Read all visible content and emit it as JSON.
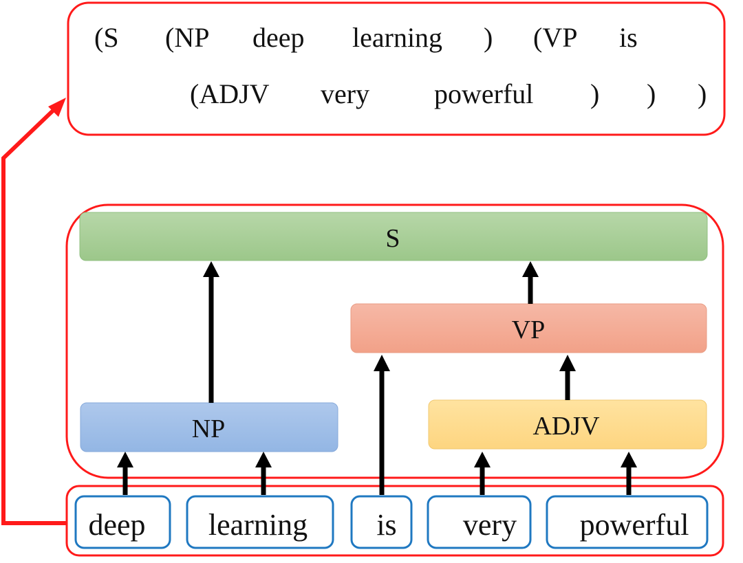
{
  "bracket": {
    "line1": [
      "(S",
      "(NP",
      "deep",
      "learning",
      ")",
      "(VP",
      "is"
    ],
    "line2": [
      "(ADJV",
      "very",
      "powerful",
      ")",
      ")",
      ")"
    ]
  },
  "nodes": {
    "s": "S",
    "vp": "VP",
    "np": "NP",
    "adjv": "ADJV"
  },
  "words": [
    "deep",
    "learning",
    "is",
    "very",
    "powerful"
  ],
  "colors": {
    "frame": "#ff1a1a",
    "word_border": "#1f78c1",
    "arrow": "#000000",
    "s_fill_top": "#b7d7a8",
    "s_fill_bottom": "#9cc78a",
    "vp_fill_top": "#f6b8a6",
    "vp_fill_bottom": "#f2a188",
    "np_fill_top": "#aec8ec",
    "np_fill_bottom": "#93b6e4",
    "adjv_fill_top": "#ffe3a0",
    "adjv_fill_bottom": "#fdd580"
  }
}
